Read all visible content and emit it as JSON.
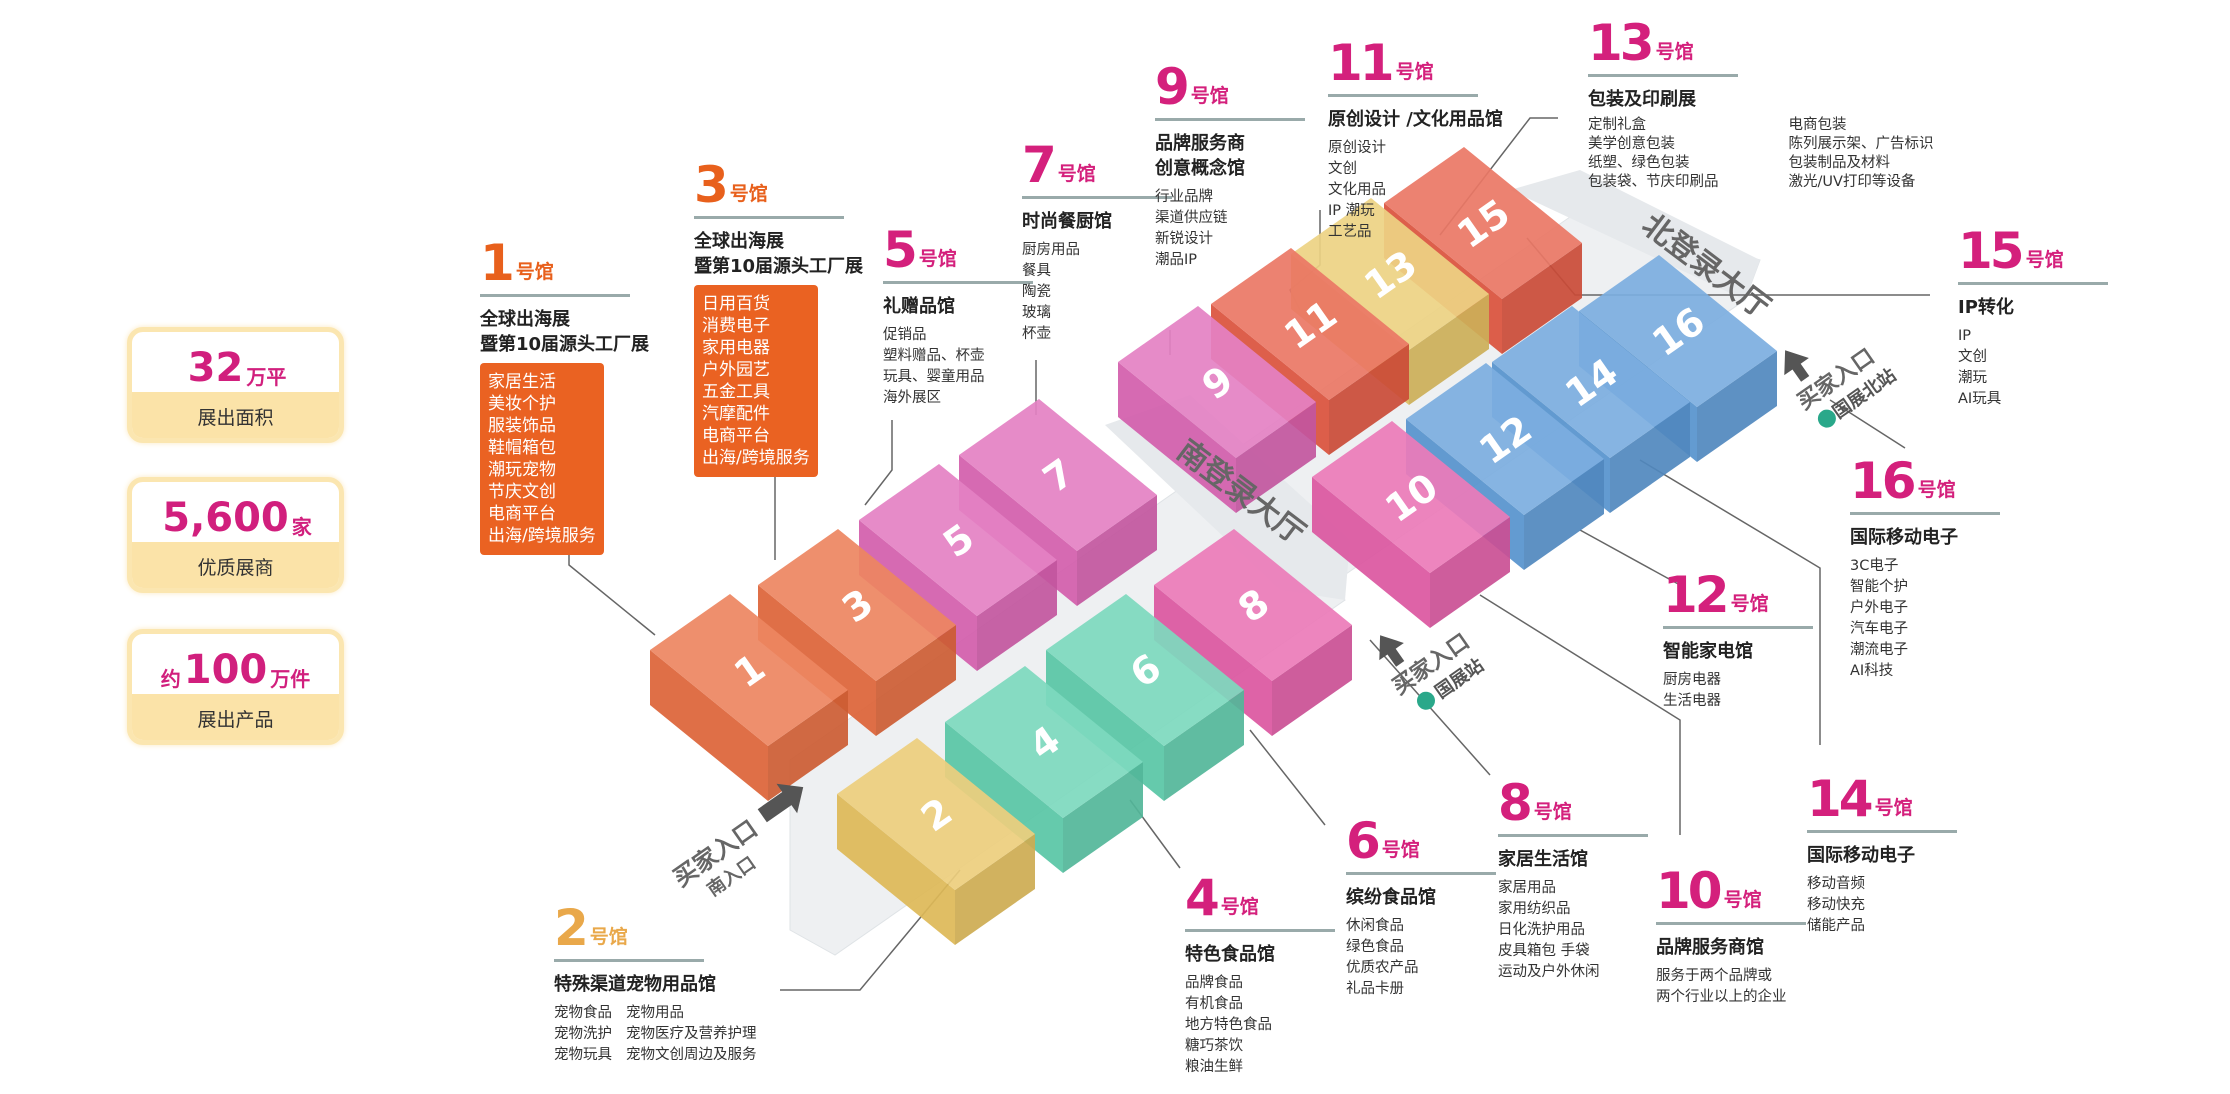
{
  "stats": [
    {
      "prefix": "",
      "value": "32",
      "unit": "万平",
      "label": "展出面积"
    },
    {
      "prefix": "",
      "value": "5,600",
      "unit": "家",
      "label": "优质展商"
    },
    {
      "prefix": "约",
      "value": "100",
      "unit": "万件",
      "label": "展出产品"
    }
  ],
  "hall_suffix": "号馆",
  "halls": [
    {
      "number": "1",
      "title": [
        "全球出海展",
        "暨第10届源头工厂展"
      ],
      "items": [
        "家居生活",
        "美妆个护",
        "服装饰品",
        "鞋帽箱包",
        "潮玩宠物",
        "节庆文创",
        "电商平台",
        "出海/跨境服务"
      ],
      "style": "box",
      "color": "#e8683a"
    },
    {
      "number": "2",
      "title": [
        "特殊渠道宠物用品馆"
      ],
      "items": [
        "宠物食品",
        "宠物用品",
        "宠物洗护",
        "宠物医疗及营养护理",
        "宠物玩具",
        "宠物文创周边及服务"
      ],
      "style": "two",
      "color": "#e9c25c"
    },
    {
      "number": "3",
      "title": [
        "全球出海展",
        "暨第10届源头工厂展"
      ],
      "items": [
        "日用百货",
        "消费电子",
        "家用电器",
        "户外园艺",
        "五金工具",
        "汽摩配件",
        "电商平台",
        "出海/跨境服务"
      ],
      "style": "box",
      "color": "#e8683a"
    },
    {
      "number": "4",
      "title": [
        "特色食品馆"
      ],
      "items": [
        "品牌食品",
        "有机食品",
        "地方特色食品",
        "糖巧茶饮",
        "粮油生鲜"
      ],
      "style": "list",
      "color": "#5dcfae"
    },
    {
      "number": "5",
      "title": [
        "礼赠品馆"
      ],
      "items": [
        "促销品",
        "塑料赠品、杯壶",
        "玩具、婴童用品",
        "海外展区"
      ],
      "style": "list",
      "color": "#dd62b4"
    },
    {
      "number": "6",
      "title": [
        "缤纷食品馆"
      ],
      "items": [
        "休闲食品",
        "绿色食品",
        "优质农产品",
        "礼品卡册"
      ],
      "style": "list",
      "color": "#5dcfae"
    },
    {
      "number": "7",
      "title": [
        "时尚餐厨馆"
      ],
      "items": [
        "厨房用品",
        "餐具",
        "陶瓷",
        "玻璃",
        "杯壶"
      ],
      "style": "list",
      "color": "#dd62b4"
    },
    {
      "number": "8",
      "title": [
        "家居生活馆"
      ],
      "items": [
        "家居用品",
        "家用纺织品",
        "日化洗护用品",
        "皮具箱包 手袋",
        "运动及户外休闲"
      ],
      "style": "list",
      "color": "#e65aa8"
    },
    {
      "number": "9",
      "title": [
        "品牌服务商",
        "创意概念馆"
      ],
      "items": [
        "行业品牌",
        "渠道供应链",
        "新锐设计",
        "潮品IP"
      ],
      "style": "list",
      "color": "#dd62b4"
    },
    {
      "number": "10",
      "title": [
        "品牌服务商馆"
      ],
      "items": [
        "服务于两个品牌或",
        "两个行业以上的企业"
      ],
      "style": "list",
      "color": "#e65aa8"
    },
    {
      "number": "11",
      "title": [
        "原创设计 /文化用品馆"
      ],
      "items": [
        "原创设计",
        "文创",
        "文化用品",
        "IP 潮玩",
        "工艺品"
      ],
      "style": "list",
      "color": "#e5553f"
    },
    {
      "number": "12",
      "title": [
        "智能家电馆"
      ],
      "items": [
        "厨房电器",
        "生活电器"
      ],
      "style": "list",
      "color": "#5b9ad8"
    },
    {
      "number": "13",
      "title": [
        "包装及印刷展"
      ],
      "items": [
        "定制礼盒",
        "美学创意包装",
        "纸塑、绿色包装",
        "包装袋、节庆印刷品",
        "电商包装",
        "陈列展示架、广告标识",
        "包装制品及材料",
        "激光/UV打印等设备"
      ],
      "style": "col2",
      "color": "#e8c764"
    },
    {
      "number": "14",
      "title": [
        "国际移动电子"
      ],
      "items": [
        "移动音频",
        "移动快充",
        "储能产品"
      ],
      "style": "list",
      "color": "#5b9ad8"
    },
    {
      "number": "15",
      "title": [
        "IP转化"
      ],
      "items": [
        "IP",
        "文创",
        "潮玩",
        "AI玩具"
      ],
      "style": "list",
      "color": "#e5553f"
    },
    {
      "number": "16",
      "title": [
        "国际移动电子"
      ],
      "items": [
        "3C电子",
        "智能个护",
        "户外电子",
        "汽车电子",
        "潮流电子",
        "AI科技"
      ],
      "style": "list",
      "color": "#5b9ad8"
    }
  ],
  "lobbies": {
    "south": "南登录大厅",
    "north": "北登录大厅"
  },
  "entrances": {
    "south": {
      "label": "买家入口",
      "sub": "南入口"
    },
    "guozhan": {
      "label": "买家入口",
      "sub": "国展站"
    },
    "guozhan_north": {
      "label": "买家入口",
      "sub": "国展北站"
    }
  },
  "colors": {
    "accent": "#d4207c",
    "orange": "#e8601c",
    "gold": "#e9a84a"
  }
}
